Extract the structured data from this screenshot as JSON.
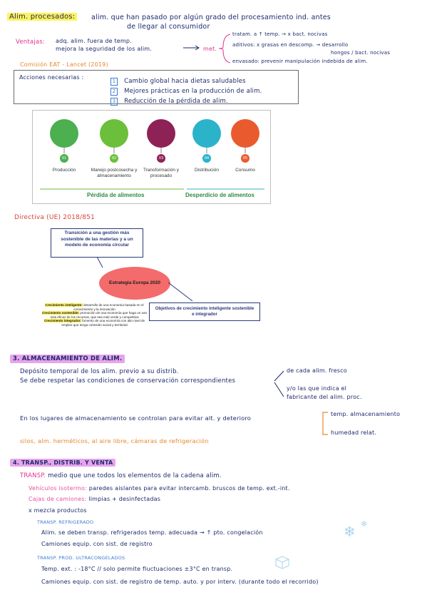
{
  "section1": {
    "title": "Alim. procesados:",
    "def_line1": "alim. que han pasado por algún grado del procesamiento ind. antes",
    "def_line2": "de llegar al consumidor",
    "ventajas_label": "Ventajas:",
    "ventajas_line1": "adq. alim. fuera de temp.",
    "ventajas_line2": "mejora la seguridad de los alim.",
    "met": "met.",
    "met_items": [
      "tratam. a ↑ temp. → x bact. nocivas",
      "aditivos: x grasas en descomp. → desarrollo",
      "hongos / bact. nocivas",
      "envasado: prevenir manipulación indebida de alim."
    ]
  },
  "commission": {
    "title": "Comisión EAT - Lancet (2019)",
    "box_label": "Acciones necesarias :",
    "actions": [
      {
        "num": "1",
        "text": "Cambio global hacia dietas saludables"
      },
      {
        "num": "2",
        "text": "Mejores prácticas en la producción de alim."
      },
      {
        "num": "3",
        "text": "Reducción de la pérdida de alim."
      }
    ]
  },
  "chain": {
    "stages": [
      {
        "num": "01",
        "label": "Producción",
        "color": "#4caf50"
      },
      {
        "num": "02",
        "label": "Manejo postcosecha y almacenamiento",
        "color": "#6bbf3a"
      },
      {
        "num": "03",
        "label": "Transformación y procesado",
        "color": "#8e2256"
      },
      {
        "num": "04",
        "label": "Distribución",
        "color": "#2ab3c9"
      },
      {
        "num": "05",
        "label": "Consumo",
        "color": "#e95b2e"
      }
    ],
    "loss_label": "Pérdida de alimentos",
    "waste_label": "Desperdicio de alimentos"
  },
  "directive": {
    "title": "Directiva (UE) 2018/851",
    "transition": "Transición a una gestión más sostenible de las materias y a un modelo de economía circular",
    "strategy": "Estrategia Europa 2020",
    "objectives": "Objetivos de crecimiento inteligente sostenible e integrador",
    "growth": [
      {
        "key": "Crecimiento inteligente:",
        "text": "desarrollo de una economía basada en el conocimiento y la innovación"
      },
      {
        "key": "Crecimiento sostenible:",
        "text": "promoción de una economía que haga un uso más eficaz de los recursos, que sea más verde y competitiva"
      },
      {
        "key": "Crecimiento integrador:",
        "text": "fomento de una economía con alto nivel de empleo que tenga cohesión social y territorial"
      }
    ]
  },
  "section3": {
    "title": "3. ALMACENAMIENTO DE ALIM.",
    "line1": "Depósito temporal de los alim. previo a su distrib.",
    "line2": "Se debe respetar las condiciones de conservación correspondientes",
    "branch1": "de cada alim. fresco",
    "branch2a": "y/o las que indica el",
    "branch2b": "fabricante del alim. proc.",
    "control_line": "En los lugares de almacenamiento se controlan para evitar alt. y deterioro",
    "control1": "temp. almacenamiento",
    "control2": "humedad relat.",
    "types": "silos, alm. herméticos, al aire libre, cámaras de refrigeración"
  },
  "section4": {
    "title": "4. TRANSP., DISTRIB. Y VENTA",
    "transp_label": "TRANSP.",
    "transp_def": "medio que une todos los elementos de la cadena alim.",
    "vehiculos_label": "Vehículos isotermo:",
    "vehiculos_text": "paredes aislantes para evitar intercamb. bruscos de temp. ext.-int.",
    "cajas_label": "Cajas de camiones:",
    "cajas_text": "limpias + desinfectadas",
    "mezcla": "x mezcla productos",
    "refrig_label": "TRANSP. REFRIGERADO",
    "refrig_line1": "Alim. se deben transp. refrigerados  temp. adecuada → ↑ pto. congelación",
    "refrig_line2": "Camiones equip. con sist. de registro",
    "ultra_label": "TRANSP. PROD. ULTRACONGELADOS",
    "ultra_line1": "Temp. ext. : -18°C // solo permite fluctuaciones ±3°C en transp.",
    "ultra_line2": "Camiones equip. con sist. de registro de temp. auto. y por interv. (durante todo el recorrido)"
  }
}
